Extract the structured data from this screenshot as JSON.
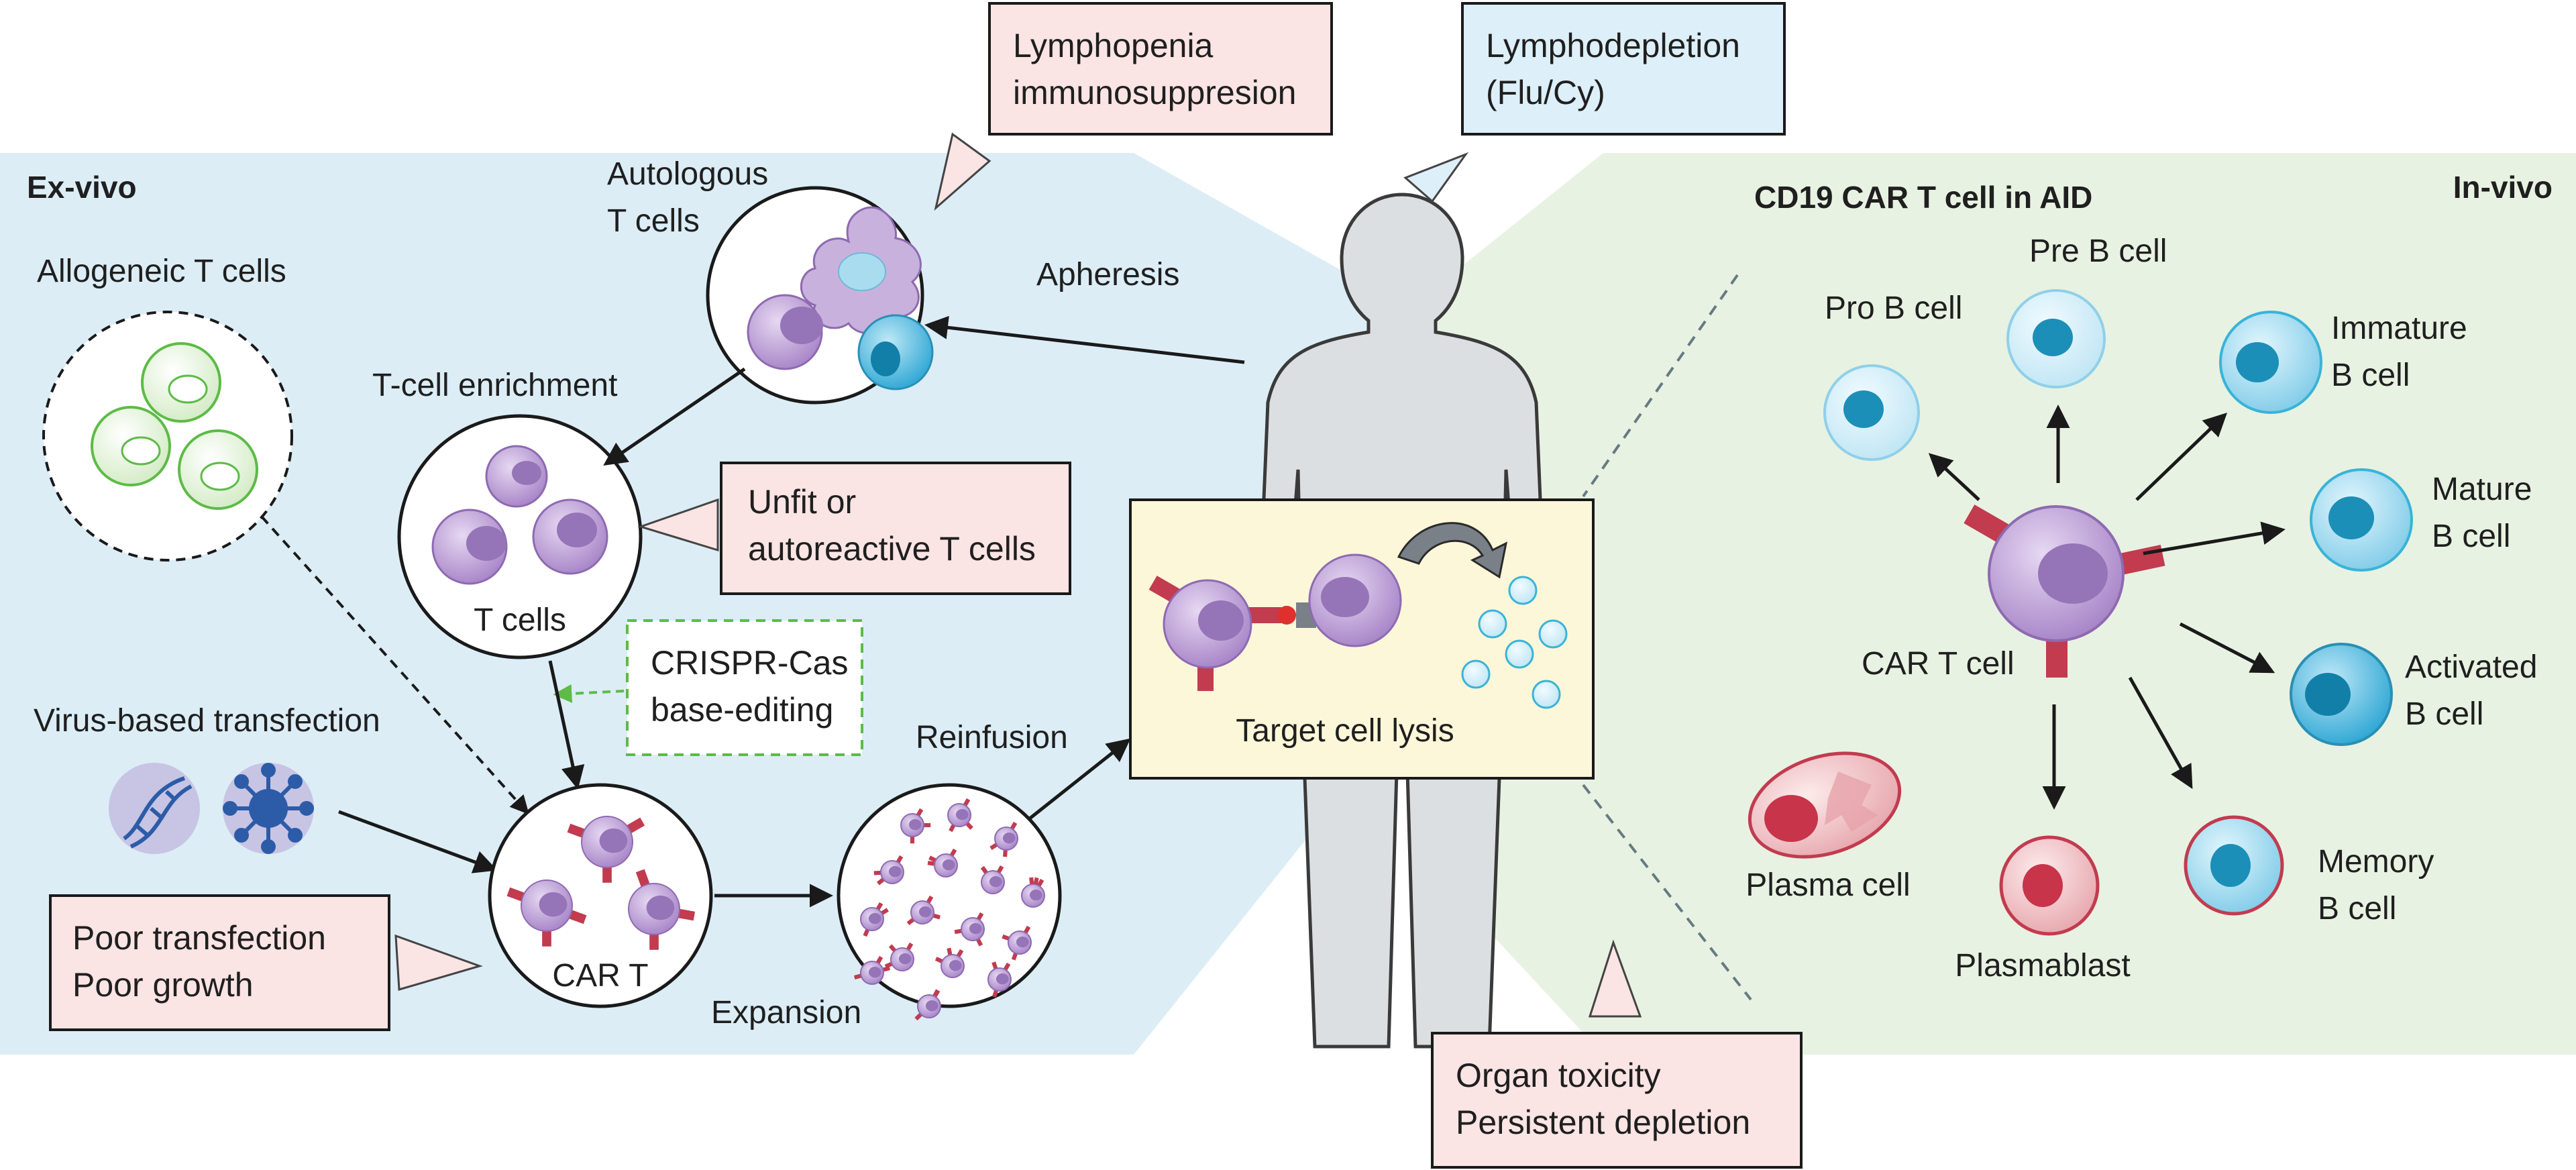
{
  "panels": {
    "ex_vivo": "Ex-vivo",
    "in_vivo": "In-vivo",
    "in_vivo_title": "CD19 CAR T cell in AID"
  },
  "labels": {
    "autologous": [
      "Autologous",
      "T cells"
    ],
    "allogeneic": "Allogeneic T cells",
    "apheresis": "Apheresis",
    "t_cell_enrichment": "T-cell enrichment",
    "t_cells": "T cells",
    "virus_transfection": "Virus-based transfection",
    "car_t_product": "CAR T",
    "expansion": "Expansion",
    "reinfusion": "Reinfusion",
    "target_lysis": "Target cell lysis"
  },
  "boxes": {
    "lymphopenia": [
      "Lymphopenia",
      "immunosuppresion"
    ],
    "lymphodepletion": [
      "Lymphodepletion",
      "(Flu/Cy)"
    ],
    "unfit": [
      "Unfit or",
      "autoreactive T cells"
    ],
    "crispr": [
      "CRISPR-Cas",
      "base-editing"
    ],
    "poor_transfection": [
      "Poor transfection",
      "Poor growth"
    ],
    "organ_toxicity": [
      "Organ toxicity",
      "Persistent depletion"
    ]
  },
  "b_cells": {
    "pro_b": "Pro B cell",
    "pre_b": "Pre B cell",
    "immature_b": [
      "Immature",
      "B cell"
    ],
    "mature_b": [
      "Mature",
      "B cell"
    ],
    "activated_b": [
      "Activated",
      "B cell"
    ],
    "memory_b": [
      "Memory",
      "B cell"
    ],
    "plasmablast": "Plasmablast",
    "plasma_cell": "Plasma cell",
    "car_t_center": "CAR T cell"
  },
  "colors": {
    "ex_vivo_bg": "#dcedf6",
    "in_vivo_bg": "#e8f2e2",
    "warning_box": "#fbe4e4",
    "info_box": "#ddeff8",
    "lysis_box": "#fdf7d9",
    "crispr_border": "#5dbb46",
    "t_cell_purple": "#b496cf",
    "car_red": "#c23b4f",
    "b_cell_cyan": "#3ab3d8",
    "body_grey": "#dcdfe1"
  }
}
